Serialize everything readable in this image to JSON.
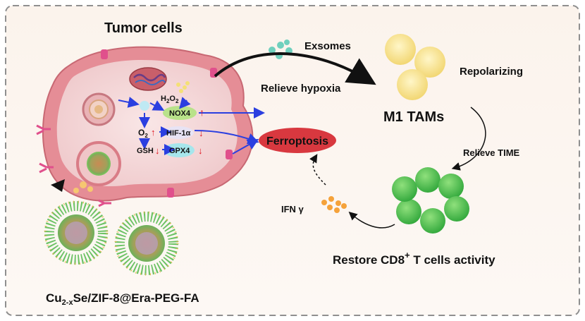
{
  "labels": {
    "tumor_cells": "Tumor cells",
    "exosomes": "Exsomes",
    "relieve_hypoxia": "Relieve hypoxia",
    "repolarizing": "Repolarizing",
    "m1_tams": "M1 TAMs",
    "ferroptosis": "Ferroptosis",
    "relieve_time": "Relieve TIME",
    "ifn": "IFN γ",
    "restore": "Restore  CD8",
    "restore_sup": "+",
    "restore_tail": " T cells activity",
    "nanoparticle": "Cu",
    "nanoparticle_sub": "2-x",
    "nanoparticle_tail": "Se/ZIF-8@Era-PEG-FA"
  },
  "pathway": {
    "h2o2": "H",
    "h2o2_sub": "2",
    "h2o2_tail": "O",
    "h2o2_sub2": "2",
    "nox4": "NOX4",
    "o2": "O",
    "o2_sub": "2",
    "hif": "HIF-1α",
    "gsh": "GSH",
    "gpx4": "GPX4"
  },
  "colors": {
    "membrane": "#e27e88",
    "cytoplasm": "#f4dada",
    "ferroptosis": "#d8383f",
    "green_cell": "#4fc24a",
    "tam": "#f6dc7c",
    "up_arrow": "#e0141e",
    "flow_arrow": "#2b3fe0"
  }
}
